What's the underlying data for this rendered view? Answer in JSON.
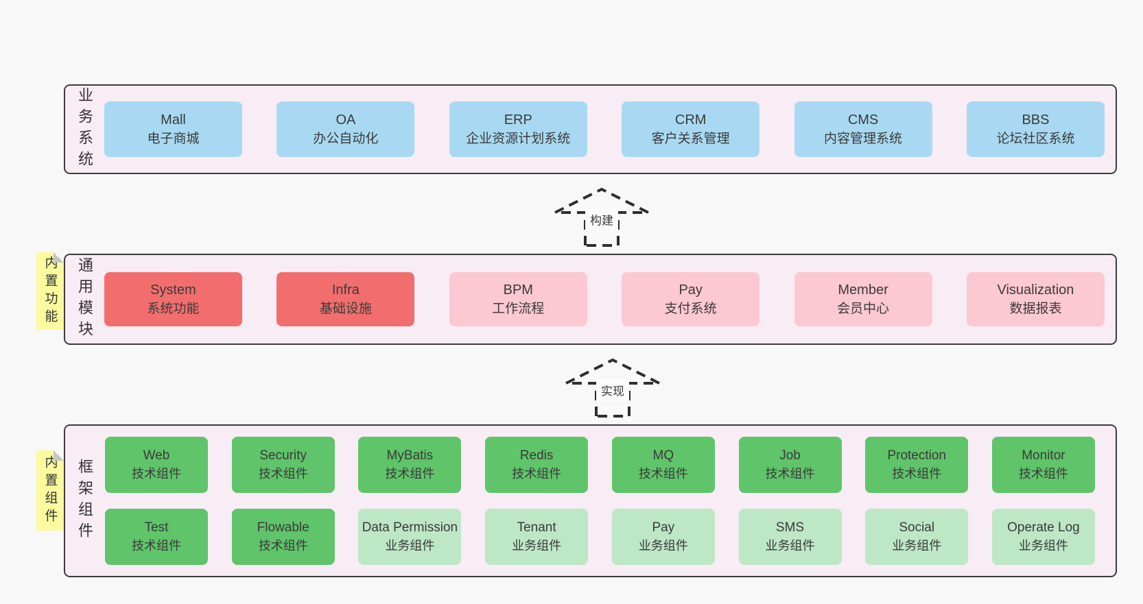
{
  "palette": {
    "background": "#f8f8f8",
    "panel_fill": "#f8ecf5",
    "panel_border": "#3c3c3c",
    "blue_box": "#a9d9f2",
    "red_box": "#f26e6e",
    "pink_box": "#fcc8d2",
    "green_box": "#5fc46a",
    "light_green_box": "#bde7c5",
    "sticky_tab": "#fbfa9e"
  },
  "arrows": {
    "build": "构建",
    "implement": "实现"
  },
  "layers": {
    "business": {
      "label": "业务系统",
      "boxes": [
        {
          "title": "Mall",
          "subtitle": "电子商城"
        },
        {
          "title": "OA",
          "subtitle": "办公自动化"
        },
        {
          "title": "ERP",
          "subtitle": "企业资源计划系统"
        },
        {
          "title": "CRM",
          "subtitle": "客户关系管理"
        },
        {
          "title": "CMS",
          "subtitle": "内容管理系统"
        },
        {
          "title": "BBS",
          "subtitle": "论坛社区系统"
        }
      ]
    },
    "modules": {
      "tab": "内置功能",
      "label": "通用模块",
      "boxes": [
        {
          "title": "System",
          "subtitle": "系统功能"
        },
        {
          "title": "Infra",
          "subtitle": "基础设施"
        },
        {
          "title": "BPM",
          "subtitle": "工作流程"
        },
        {
          "title": "Pay",
          "subtitle": "支付系统"
        },
        {
          "title": "Member",
          "subtitle": "会员中心"
        },
        {
          "title": "Visualization",
          "subtitle": "数据报表"
        }
      ]
    },
    "components": {
      "tab": "内置组件",
      "label": "框架组件",
      "row1": [
        {
          "title": "Web",
          "subtitle": "技术组件"
        },
        {
          "title": "Security",
          "subtitle": "技术组件"
        },
        {
          "title": "MyBatis",
          "subtitle": "技术组件"
        },
        {
          "title": "Redis",
          "subtitle": "技术组件"
        },
        {
          "title": "MQ",
          "subtitle": "技术组件"
        },
        {
          "title": "Job",
          "subtitle": "技术组件"
        },
        {
          "title": "Protection",
          "subtitle": "技术组件"
        },
        {
          "title": "Monitor",
          "subtitle": "技术组件"
        }
      ],
      "row2": [
        {
          "title": "Test",
          "subtitle": "技术组件"
        },
        {
          "title": "Flowable",
          "subtitle": "技术组件"
        },
        {
          "title": "Data Permission",
          "subtitle": "业务组件"
        },
        {
          "title": "Tenant",
          "subtitle": "业务组件"
        },
        {
          "title": "Pay",
          "subtitle": "业务组件"
        },
        {
          "title": "SMS",
          "subtitle": "业务组件"
        },
        {
          "title": "Social",
          "subtitle": "业务组件"
        },
        {
          "title": "Operate Log",
          "subtitle": "业务组件"
        }
      ]
    }
  }
}
